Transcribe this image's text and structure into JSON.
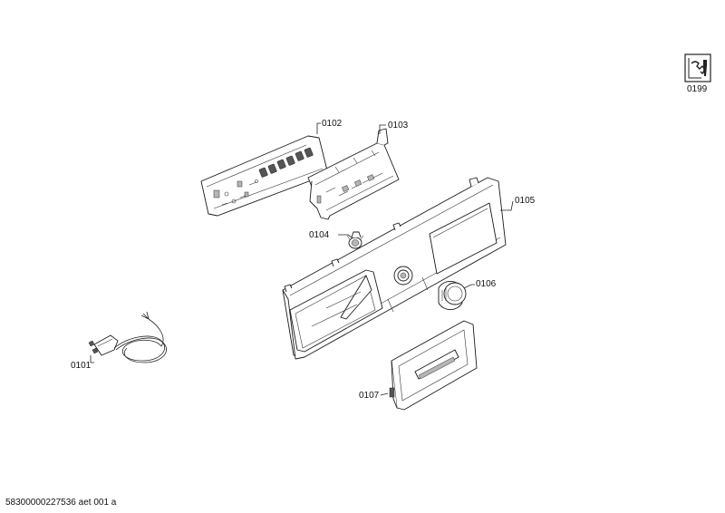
{
  "parts": [
    {
      "id": "0101",
      "name": "power-cord"
    },
    {
      "id": "0102",
      "name": "control-module-pcb"
    },
    {
      "id": "0103",
      "name": "module-carrier-frame"
    },
    {
      "id": "0104",
      "name": "selector-knob-cap"
    },
    {
      "id": "0105",
      "name": "control-panel-fascia"
    },
    {
      "id": "0106",
      "name": "program-knob"
    },
    {
      "id": "0107",
      "name": "detergent-drawer-handle"
    }
  ],
  "service_icon": {
    "label": "0199",
    "icon": "service-tools-icon"
  },
  "footer": {
    "doc_code": "58300000227536 aet 001 a"
  }
}
